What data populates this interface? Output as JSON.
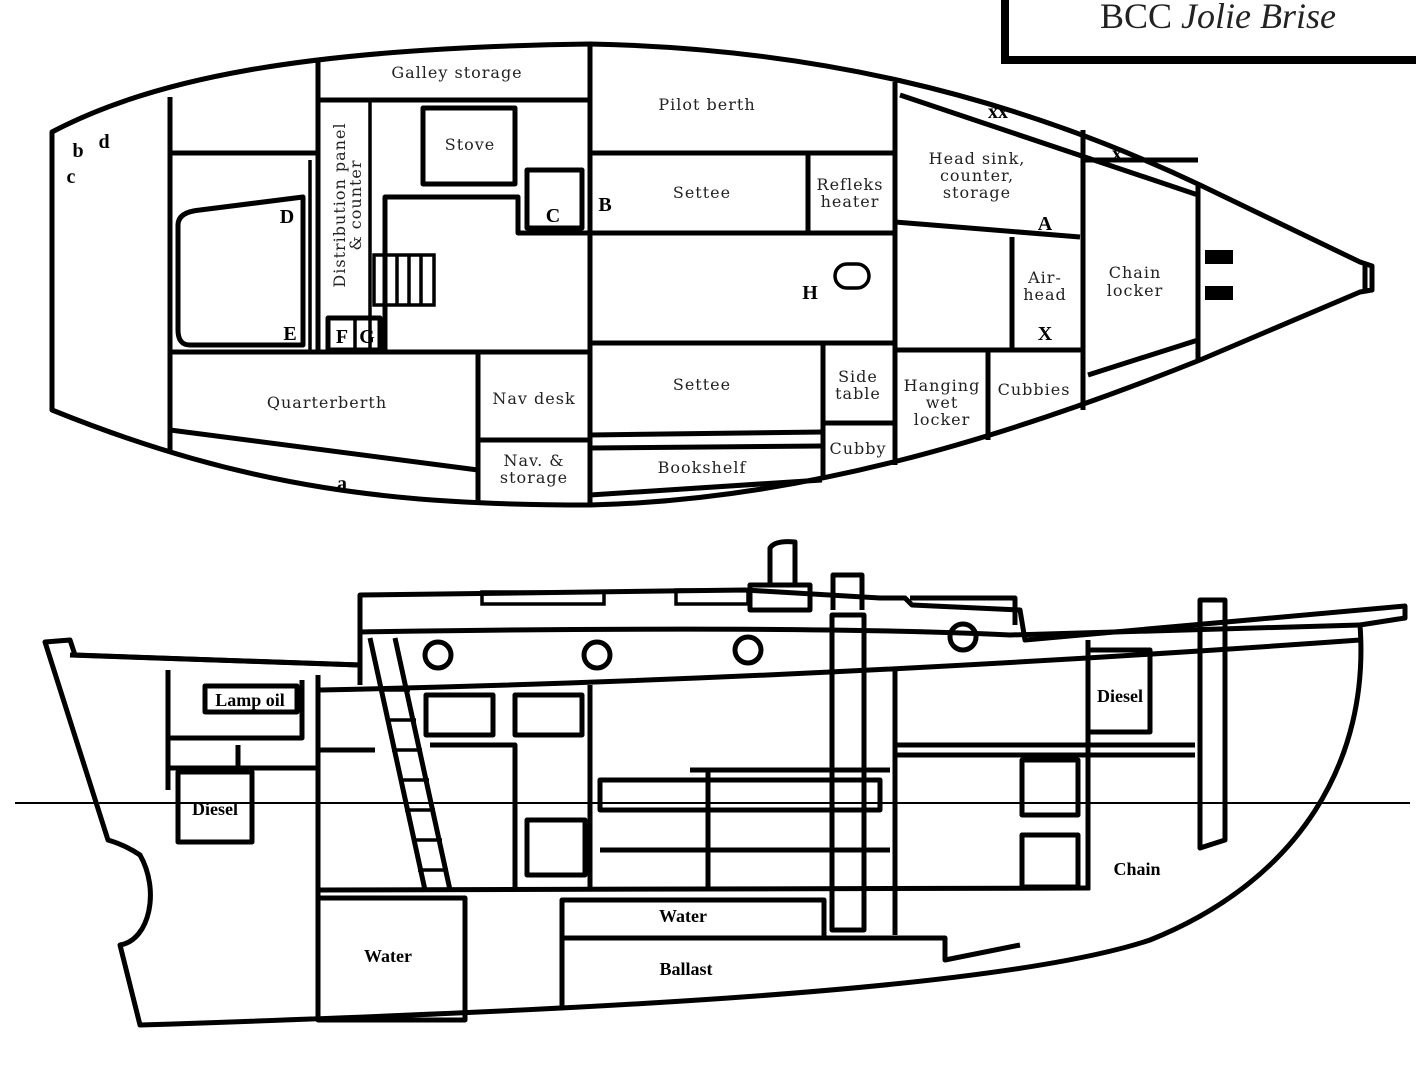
{
  "title": {
    "prefix": "BCC",
    "name": "Jolie Brise"
  },
  "plan_labels": {
    "galley_storage": "Galley storage",
    "pilot_berth": "Pilot berth",
    "stove": "Stove",
    "distribution_1": "Distribution panel",
    "distribution_2": "& counter",
    "settee_top": "Settee",
    "refleks_1": "Refleks",
    "refleks_2": "heater",
    "head_1": "Head sink,",
    "head_2": "counter,",
    "head_3": "storage",
    "airhead_1": "Air-",
    "airhead_2": "head",
    "chain_1": "Chain",
    "chain_2": "locker",
    "quarterberth": "Quarterberth",
    "nav_desk": "Nav desk",
    "nav_storage_1": "Nav. &",
    "nav_storage_2": "storage",
    "settee_bottom": "Settee",
    "bookshelf": "Bookshelf",
    "side_table_1": "Side",
    "side_table_2": "table",
    "cubby": "Cubby",
    "hanging_1": "Hanging",
    "hanging_2": "wet",
    "hanging_3": "locker",
    "cubbies": "Cubbies"
  },
  "plan_letters": {
    "a": "a",
    "b": "b",
    "c": "c",
    "d": "d",
    "A": "A",
    "B": "B",
    "C": "C",
    "D": "D",
    "E": "E",
    "F": "F",
    "G": "G",
    "H": "H",
    "X": "X",
    "x": "x",
    "xx": "xx"
  },
  "profile_labels": {
    "lamp_oil": "Lamp oil",
    "diesel_aft": "Diesel",
    "diesel_fwd": "Diesel",
    "water_aft": "Water",
    "water_mid": "Water",
    "ballast": "Ballast",
    "chain": "Chain"
  }
}
